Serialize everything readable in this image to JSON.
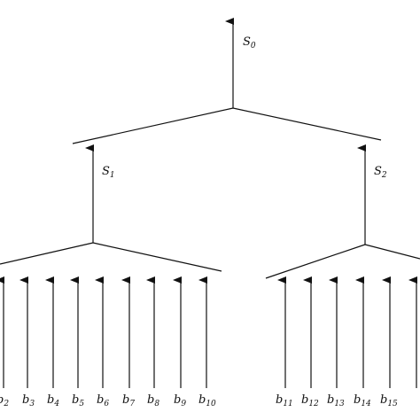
{
  "diagram": {
    "line_color": "#111111",
    "root": {
      "label": "S",
      "subscript": "0",
      "children": [
        {
          "label": "S",
          "subscript": "1",
          "leaves": [
            {
              "label": "b",
              "subscript": "2"
            },
            {
              "label": "b",
              "subscript": "3"
            },
            {
              "label": "b",
              "subscript": "4"
            },
            {
              "label": "b",
              "subscript": "5"
            },
            {
              "label": "b",
              "subscript": "6"
            },
            {
              "label": "b",
              "subscript": "7"
            },
            {
              "label": "b",
              "subscript": "8"
            },
            {
              "label": "b",
              "subscript": "9"
            },
            {
              "label": "b",
              "subscript": "10"
            }
          ]
        },
        {
          "label": "S",
          "subscript": "2",
          "leaves": [
            {
              "label": "b",
              "subscript": "11"
            },
            {
              "label": "b",
              "subscript": "12"
            },
            {
              "label": "b",
              "subscript": "13"
            },
            {
              "label": "b",
              "subscript": "14"
            },
            {
              "label": "b",
              "subscript": "15"
            }
          ]
        }
      ]
    }
  }
}
